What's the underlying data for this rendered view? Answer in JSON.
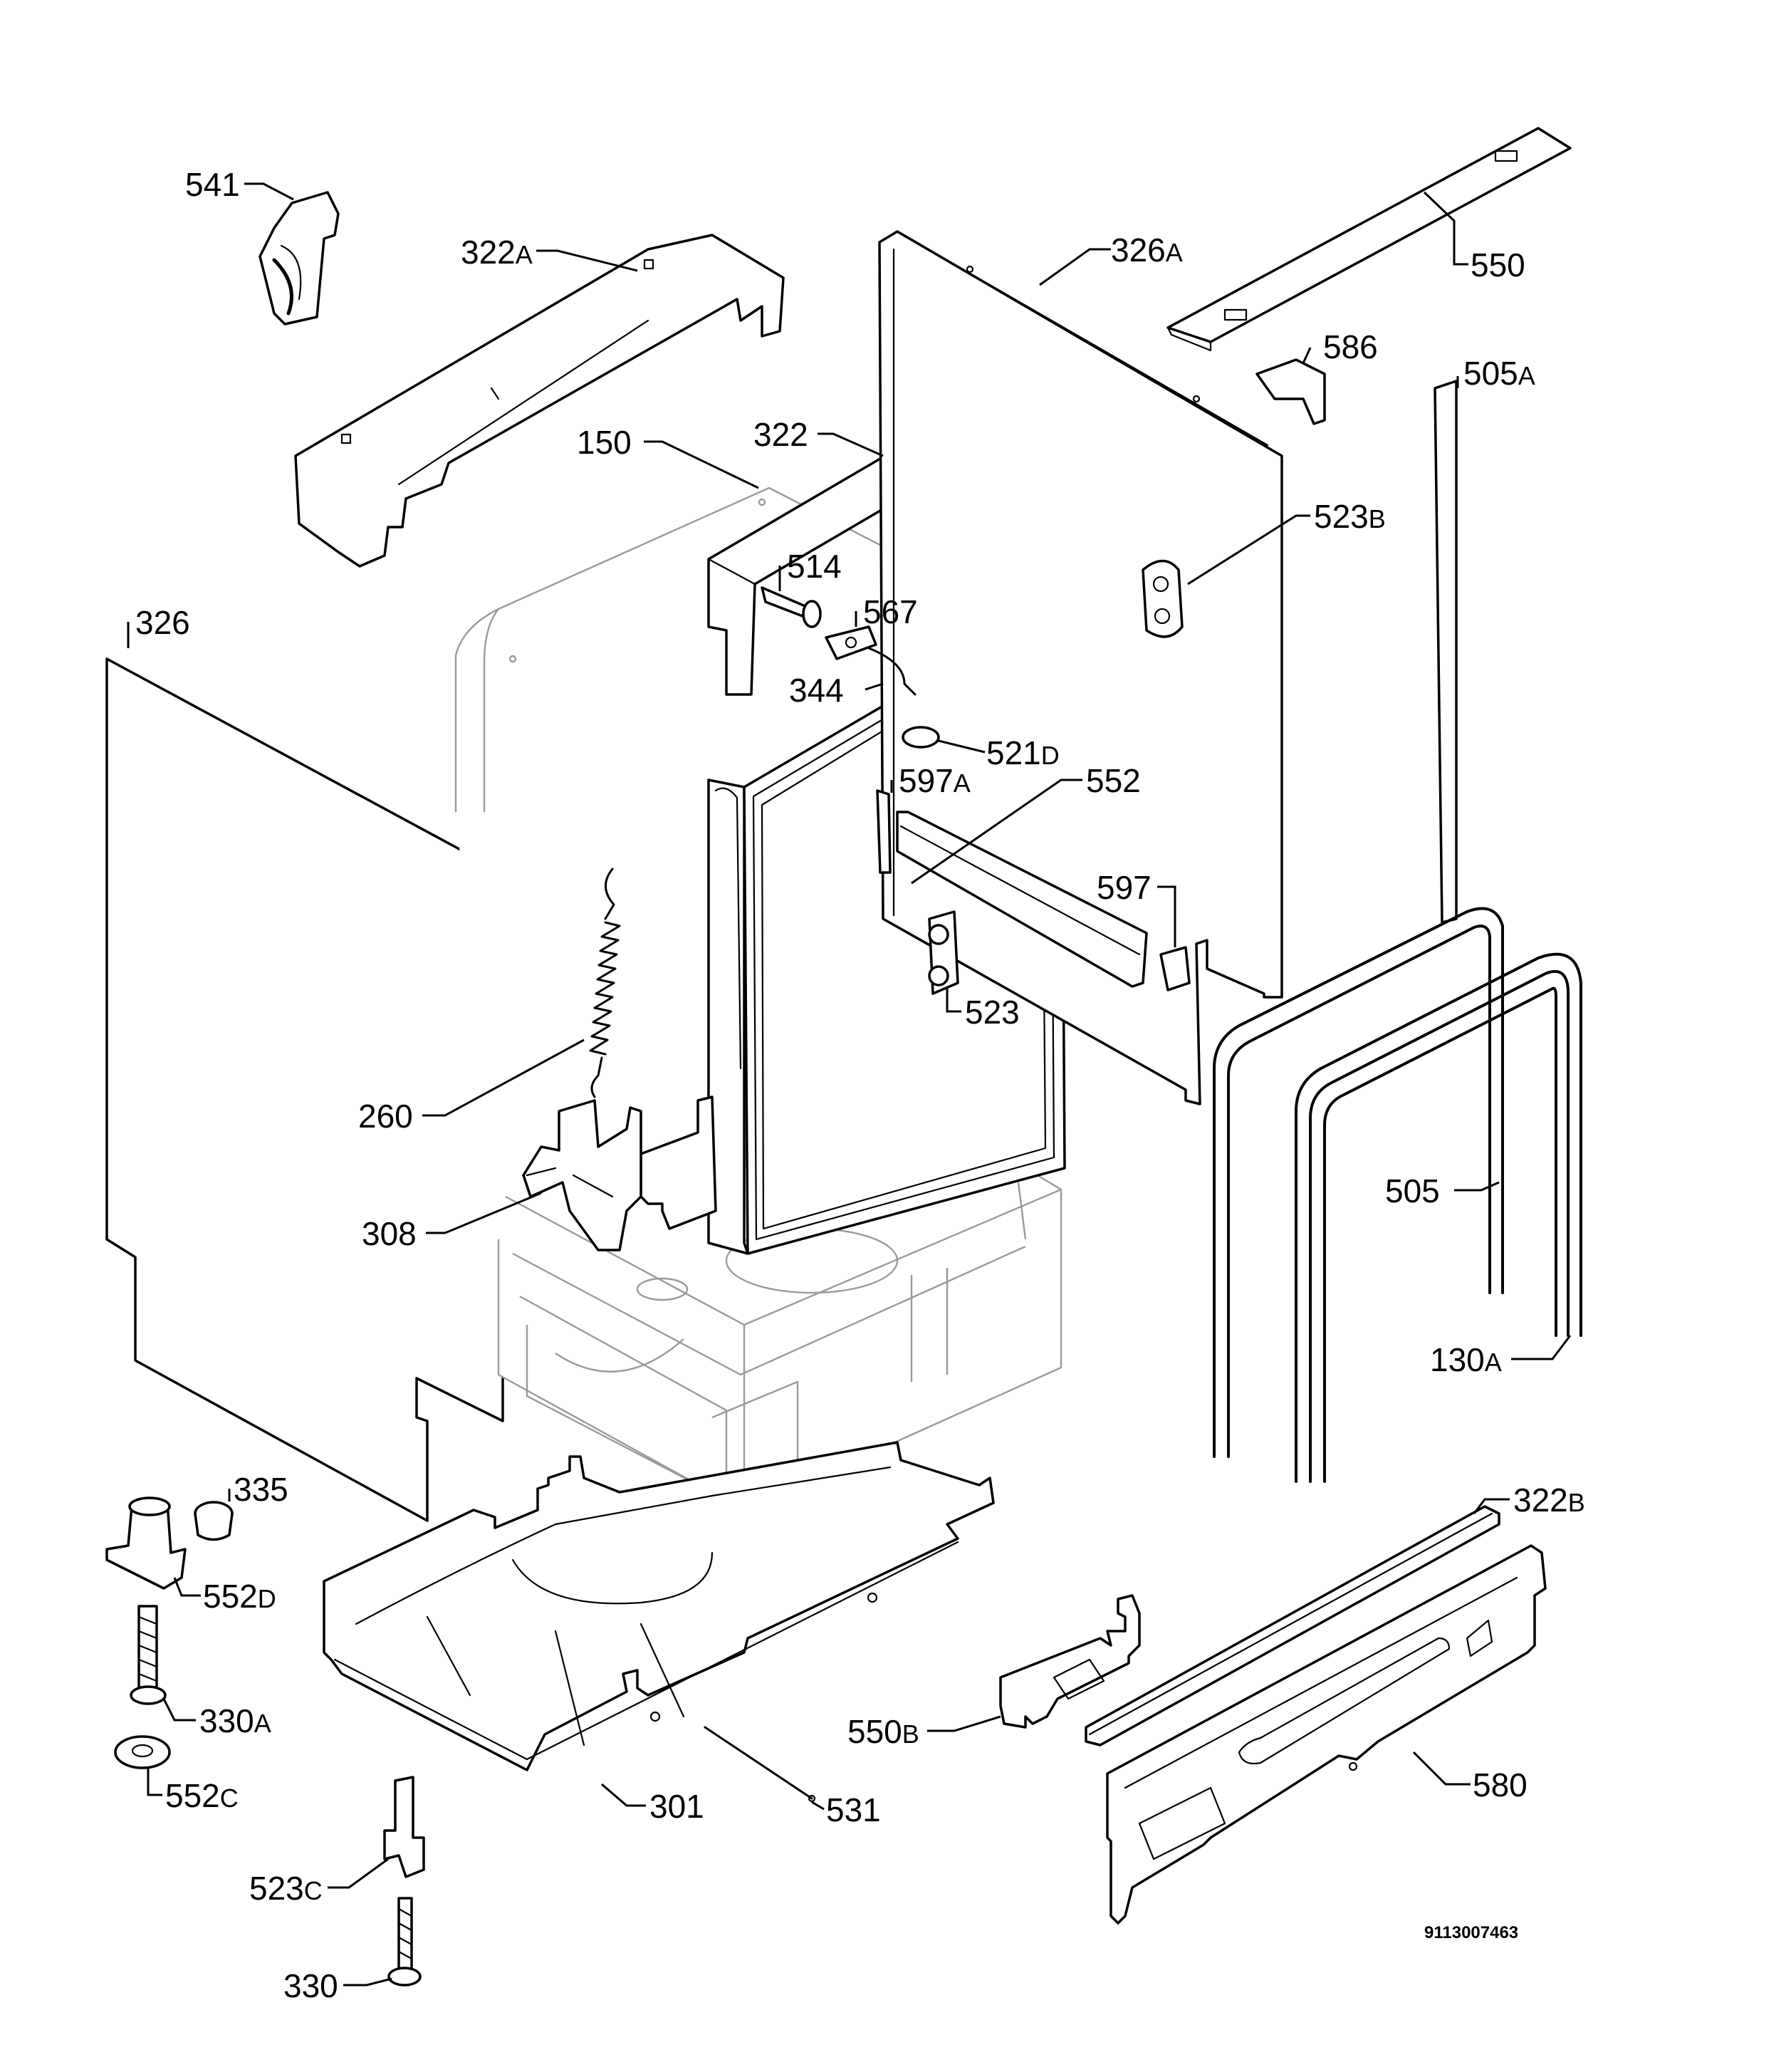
{
  "diagram": {
    "document_number": "9113007463",
    "labels": [
      {
        "id": "541",
        "num": "541",
        "suffix": ""
      },
      {
        "id": "322A",
        "num": "322",
        "suffix": "A"
      },
      {
        "id": "326A",
        "num": "326",
        "suffix": "A"
      },
      {
        "id": "550",
        "num": "550",
        "suffix": ""
      },
      {
        "id": "586",
        "num": "586",
        "suffix": ""
      },
      {
        "id": "505A",
        "num": "505",
        "suffix": "A"
      },
      {
        "id": "150",
        "num": "150",
        "suffix": ""
      },
      {
        "id": "322",
        "num": "322",
        "suffix": ""
      },
      {
        "id": "523B",
        "num": "523",
        "suffix": "B"
      },
      {
        "id": "514",
        "num": "514",
        "suffix": ""
      },
      {
        "id": "567",
        "num": "567",
        "suffix": ""
      },
      {
        "id": "326",
        "num": "326",
        "suffix": ""
      },
      {
        "id": "344",
        "num": "344",
        "suffix": ""
      },
      {
        "id": "521D",
        "num": "521",
        "suffix": "D"
      },
      {
        "id": "597A",
        "num": "597",
        "suffix": "A"
      },
      {
        "id": "552",
        "num": "552",
        "suffix": ""
      },
      {
        "id": "597",
        "num": "597",
        "suffix": ""
      },
      {
        "id": "523",
        "num": "523",
        "suffix": ""
      },
      {
        "id": "260",
        "num": "260",
        "suffix": ""
      },
      {
        "id": "505",
        "num": "505",
        "suffix": ""
      },
      {
        "id": "308",
        "num": "308",
        "suffix": ""
      },
      {
        "id": "130A",
        "num": "130",
        "suffix": "A"
      },
      {
        "id": "335",
        "num": "335",
        "suffix": ""
      },
      {
        "id": "322B",
        "num": "322",
        "suffix": "B"
      },
      {
        "id": "552D",
        "num": "552",
        "suffix": "D"
      },
      {
        "id": "330A",
        "num": "330",
        "suffix": "A"
      },
      {
        "id": "550B",
        "num": "550",
        "suffix": "B"
      },
      {
        "id": "580",
        "num": "580",
        "suffix": ""
      },
      {
        "id": "552C",
        "num": "552",
        "suffix": "C"
      },
      {
        "id": "301",
        "num": "301",
        "suffix": ""
      },
      {
        "id": "531",
        "num": "531",
        "suffix": ""
      },
      {
        "id": "523C",
        "num": "523",
        "suffix": "C"
      },
      {
        "id": "330",
        "num": "330",
        "suffix": ""
      }
    ]
  }
}
